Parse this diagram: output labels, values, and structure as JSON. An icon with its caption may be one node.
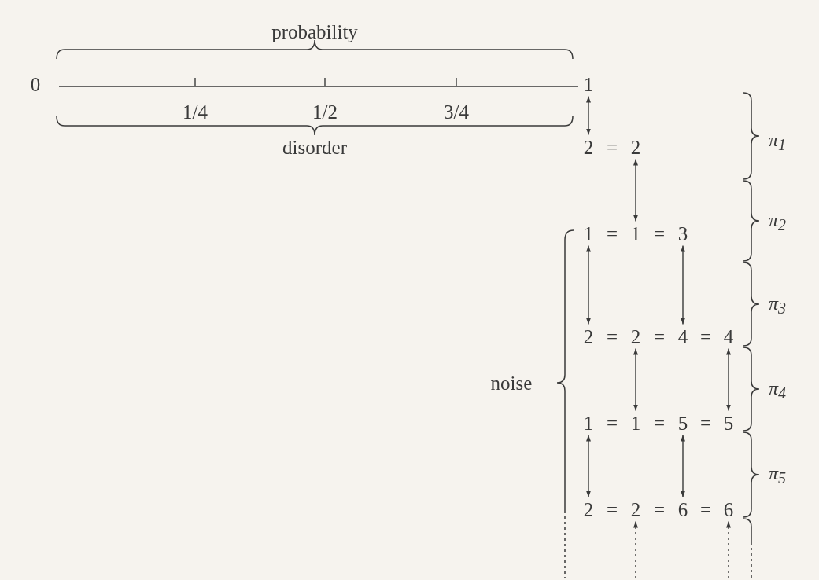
{
  "diagram": {
    "nodes": [
      {
        "text": [
          "1"
        ]
      },
      {
        "text": [
          "2"
        ]
      },
      {
        "text": [
          "2"
        ]
      },
      {
        "text": [
          "1"
        ]
      },
      {
        "text": [
          "1"
        ]
      },
      {
        "text": [
          "3"
        ]
      },
      {
        "text": [
          "2"
        ]
      },
      {
        "text": [
          "2"
        ]
      },
      {
        "text": [
          "4"
        ]
      },
      {
        "text": [
          "4"
        ]
      },
      {
        "text": [
          "1"
        ]
      },
      {
        "text": [
          "1"
        ]
      },
      {
        "text": [
          "5"
        ]
      },
      {
        "text": [
          "5"
        ]
      },
      {
        "text": [
          "2"
        ]
      },
      {
        "text": [
          "2"
        ]
      },
      {
        "text": [
          "6"
        ]
      },
      {
        "text": [
          "6"
        ]
      }
    ],
    "edges": [
      {
        "from": 0,
        "to": 1,
        "arrow": "both"
      },
      {
        "from": 2,
        "to": 4,
        "arrow": "both"
      },
      {
        "from": 3,
        "to": 6,
        "arrow": "both"
      },
      {
        "from": 5,
        "to": 8,
        "arrow": "both"
      },
      {
        "from": 7,
        "to": 11,
        "arrow": "both"
      },
      {
        "from": 9,
        "to": 13,
        "arrow": "both"
      },
      {
        "from": 10,
        "to": 14,
        "arrow": "both"
      },
      {
        "from": 12,
        "to": 16,
        "arrow": "both"
      },
      {
        "from": null,
        "to": 15,
        "arrow": "to",
        "style": "dashed"
      },
      {
        "from": null,
        "to": 17,
        "arrow": "to",
        "style": "dashed"
      }
    ],
    "labels": [
      "probability",
      "0",
      "1/4",
      "1/2",
      "3/4",
      "disorder",
      "π$_{1}$",
      "=",
      "π$_{2}$",
      "=",
      "=",
      "π$_{3}$",
      "=",
      "=",
      "=",
      "noise",
      "π$_{4}$",
      "=",
      "=",
      "=",
      "π$_{5}$",
      "=",
      "=",
      "="
    ]
  }
}
